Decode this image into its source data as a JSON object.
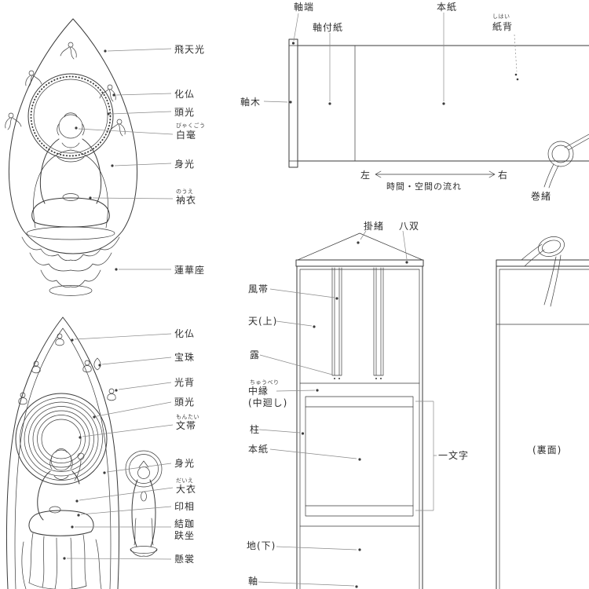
{
  "colors": {
    "ink": "#3a3a3a",
    "leader": "#8a8a8a",
    "background": "#ffffff"
  },
  "buddha_top": {
    "labels": {
      "hitenko": "飛天光",
      "kebutsu": "化仏",
      "zuko": "頭光",
      "byakugo_ruby": "びゃくごう",
      "byakugo": "白毫",
      "shinko": "身光",
      "noe_ruby": "のうえ",
      "noe": "衲衣",
      "rengeza": "蓮華座"
    }
  },
  "buddha_bottom": {
    "labels": {
      "kebutsu": "化仏",
      "hoju": "宝珠",
      "kohai": "光背",
      "zuko": "頭光",
      "montai_ruby": "もんたい",
      "montai": "文帯",
      "shinko": "身光",
      "daie_ruby": "だいえ",
      "daie": "大衣",
      "inso": "印相",
      "kekkafuza1": "結跏",
      "kekkafuza2": "趺坐",
      "kemo": "懸裳"
    }
  },
  "handscroll": {
    "labels": {
      "jikutan": "軸端",
      "jikutsukegami": "軸付紙",
      "honshi": "本紙",
      "shihai_ruby": "しはい",
      "shihai": "紙背",
      "jikugi": "軸木",
      "left": "左",
      "flow": "時間・空間の流れ",
      "right": "右",
      "makio": "巻緒"
    }
  },
  "kakejiku": {
    "labels": {
      "kakeo": "掛緒",
      "hasso": "八双",
      "futai": "風帯",
      "ten": "天(上)",
      "tsuyu": "露",
      "chuberi_ruby": "ちゅうべり",
      "chuberi": "中縁",
      "chumawashi": "(中廻し)",
      "hashira": "柱",
      "honshi": "本紙",
      "ichimonji": "一文字",
      "chi": "地(下)",
      "jiku": "軸",
      "rimen": "(裏面)"
    }
  }
}
